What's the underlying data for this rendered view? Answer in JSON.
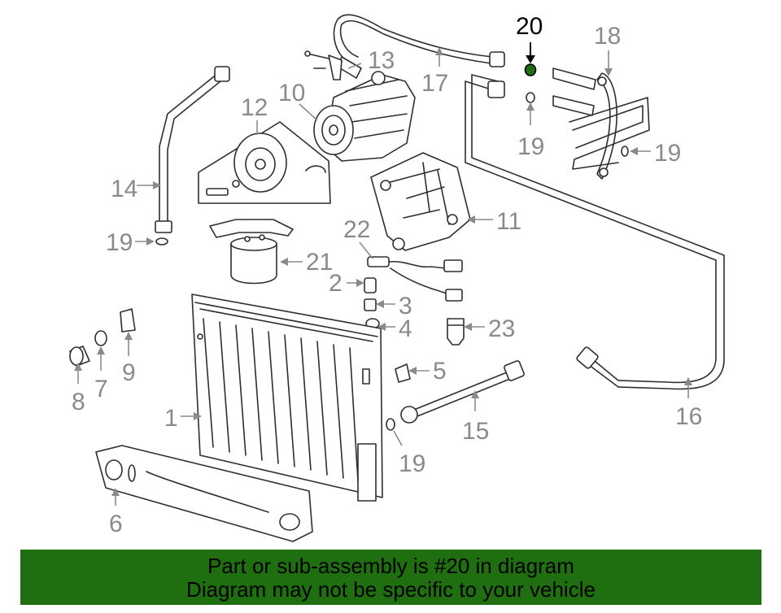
{
  "diagram": {
    "highlight_color": "#1f6e10",
    "highlighted_part": "20",
    "labels": {
      "p1": "1",
      "p2": "2",
      "p3": "3",
      "p4": "4",
      "p5": "5",
      "p6": "6",
      "p7": "7",
      "p8": "8",
      "p9": "9",
      "p10": "10",
      "p11": "11",
      "p12": "12",
      "p13": "13",
      "p14": "14",
      "p15": "15",
      "p16": "16",
      "p17": "17",
      "p18": "18",
      "p19a": "19",
      "p19b": "19",
      "p19c": "19",
      "p19d": "19",
      "p20": "20",
      "p21": "21",
      "p22": "22",
      "p23": "23"
    }
  },
  "banner": {
    "line1": "Part or sub-assembly is #20 in diagram",
    "line2": "Diagram may not be specific to your vehicle",
    "background": "#1f6e10"
  }
}
